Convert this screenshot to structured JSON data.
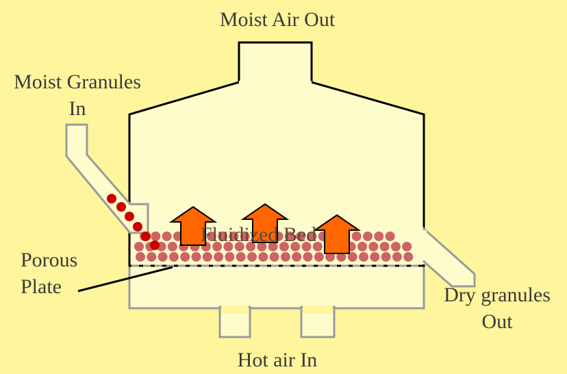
{
  "labels": {
    "moist_air_out": "Moist Air Out",
    "moist_granules_in_line1": "Moist Granules",
    "moist_granules_in_line2": "In",
    "porous_plate_line1": "Porous",
    "porous_plate_line2": "Plate",
    "fluidized_bed": "Fluidized Bed",
    "dry_granules_out_line1": "Dry granules",
    "dry_granules_out_line2": "Out",
    "hot_air_in": "Hot air In"
  },
  "colors": {
    "background": "#FFF59C",
    "vessel_fill": "#FFFCCB",
    "vessel_outline": "#000000",
    "pipe_outline": "#9A9A9A",
    "granule": "#CC6464",
    "incoming_granule": "#CC0000",
    "arrow_fill": "#FF6600",
    "porous_plate_dash": "#9A9A9A"
  }
}
